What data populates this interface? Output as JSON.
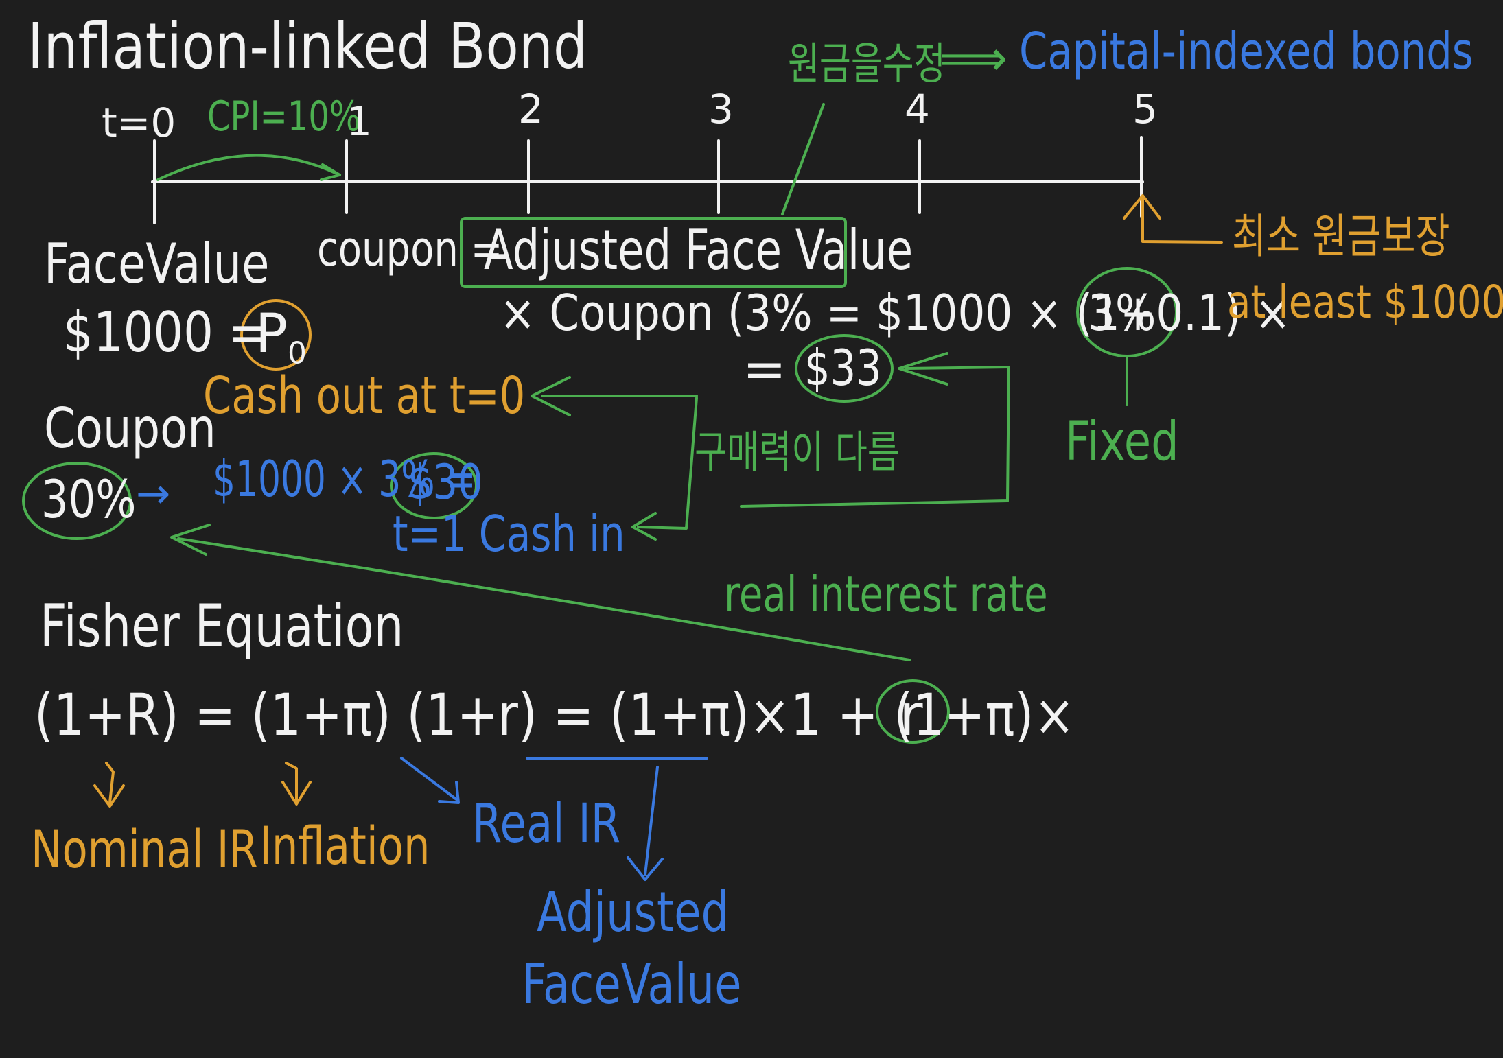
{
  "colors": {
    "background": "#1e1e1e",
    "white_ink": "#f2f2f2",
    "green_ink": "#4caf50",
    "blue_ink": "#3a79e0",
    "orange_ink": "#e0a030"
  },
  "title": "Inflation-linked Bond",
  "timeline": {
    "t0_label": "t=0",
    "cpi_label": "CPI=10%",
    "ticks": [
      "1",
      "2",
      "3",
      "4",
      "5"
    ]
  },
  "top_note": {
    "korean": "원금을수정",
    "arrow": "⟹",
    "english": "Capital-indexed bonds"
  },
  "face_value": {
    "label": "FaceValue",
    "amount": "$1000 =",
    "p0": "P",
    "p0_sub": "0",
    "cash_out": "Cash out at t=0"
  },
  "coupon_formula": {
    "prefix": "coupon =",
    "boxed": "Adjusted Face Value",
    "line2": "× Coupon (3% = $1000 × (1+0.1) ×",
    "circled_rate": "3%",
    "result_prefix": "=",
    "result": "$33"
  },
  "guarantee": {
    "korean": "최소 원금보장",
    "english": "at least $1000"
  },
  "fixed_label": "Fixed",
  "purchasing_power": "구매력이 다름",
  "coupon_rate": {
    "label": "Coupon",
    "rate": "30%",
    "arrow": "→",
    "calc": "$1000 × 3% =",
    "result": "$30",
    "cash_in": "t=1 Cash in"
  },
  "real_interest_rate": "real interest rate",
  "fisher": {
    "title": "Fisher Equation",
    "equation_part1": "(1+R) = (1+π) (1+r) = (1+π)×1 + (1+π)×",
    "circled_r": "r",
    "nominal": "Nominal IR",
    "inflation": "Inflation",
    "real": "Real IR",
    "adjusted_line1": "Adjusted",
    "adjusted_line2": "FaceValue"
  }
}
